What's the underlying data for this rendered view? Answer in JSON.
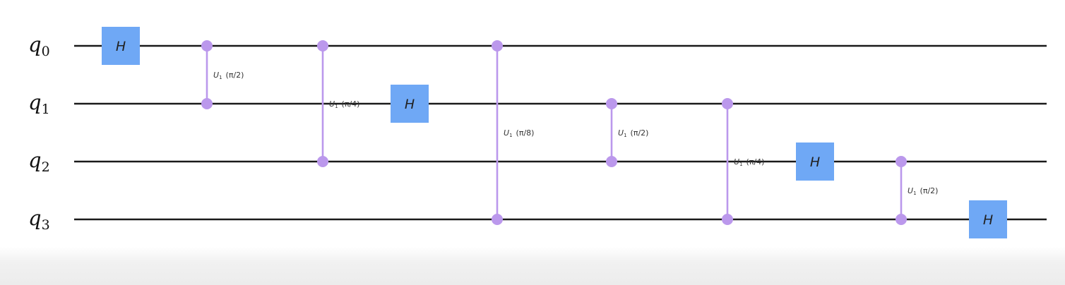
{
  "qubits": [
    {
      "label": "q",
      "index": "0"
    },
    {
      "label": "q",
      "index": "1"
    },
    {
      "label": "q",
      "index": "2"
    },
    {
      "label": "q",
      "index": "3"
    }
  ],
  "gates": [
    {
      "type": "H",
      "label": "H",
      "qubit": 0,
      "step": 0
    },
    {
      "type": "CU1",
      "name": "U",
      "sub": "1",
      "param": "(π/2)",
      "control": 0,
      "target": 1,
      "step": 1
    },
    {
      "type": "CU1",
      "name": "U",
      "sub": "1",
      "param": "(π/4)",
      "control": 0,
      "target": 2,
      "step": 2
    },
    {
      "type": "H",
      "label": "H",
      "qubit": 1,
      "step": 3
    },
    {
      "type": "CU1",
      "name": "U",
      "sub": "1",
      "param": "(π/8)",
      "control": 0,
      "target": 3,
      "step": 4
    },
    {
      "type": "CU1",
      "name": "U",
      "sub": "1",
      "param": "(π/2)",
      "control": 1,
      "target": 2,
      "step": 5
    },
    {
      "type": "CU1",
      "name": "U",
      "sub": "1",
      "param": "(π/4)",
      "control": 1,
      "target": 3,
      "step": 6
    },
    {
      "type": "H",
      "label": "H",
      "qubit": 2,
      "step": 7
    },
    {
      "type": "CU1",
      "name": "U",
      "sub": "1",
      "param": "(π/2)",
      "control": 2,
      "target": 3,
      "step": 8
    },
    {
      "type": "H",
      "label": "H",
      "qubit": 3,
      "step": 9
    }
  ],
  "colors": {
    "wire": "#1a1a1a",
    "h_gate": "#6fa8f5",
    "controlled_phase": "#bb98ec"
  }
}
